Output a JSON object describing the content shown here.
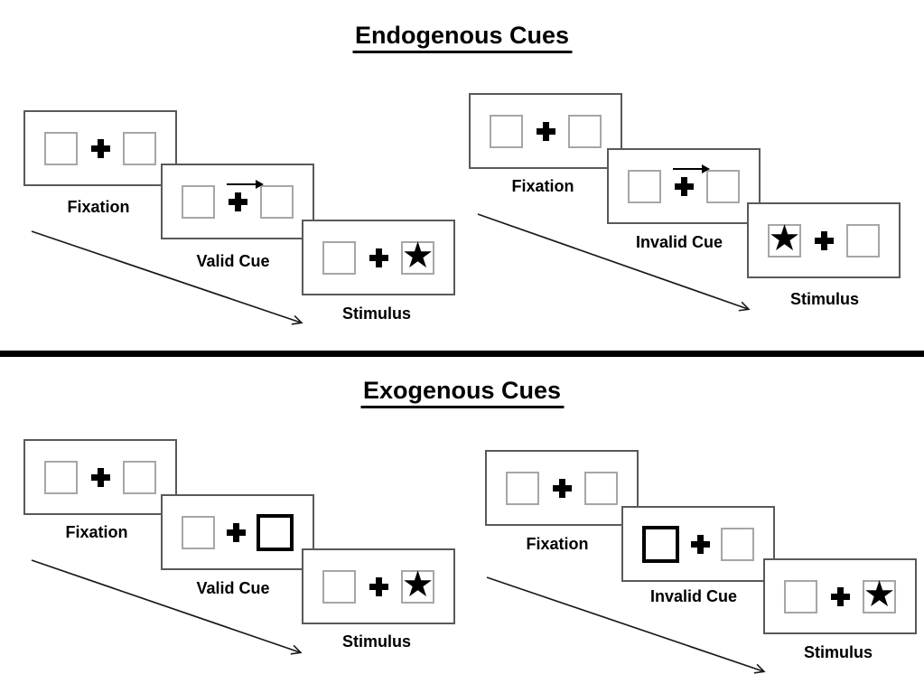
{
  "glyphs": {
    "star": "★"
  },
  "sections": [
    {
      "title": "Endogenous Cues",
      "panels": [
        {
          "name": "valid-trial",
          "cards": [
            {
              "label": "Fixation"
            },
            {
              "label": "Valid Cue",
              "cue": "arrow-right-icon"
            },
            {
              "label": "Stimulus",
              "target_side": "right"
            }
          ]
        },
        {
          "name": "invalid-trial",
          "cards": [
            {
              "label": "Fixation"
            },
            {
              "label": "Invalid Cue",
              "cue": "arrow-right-icon"
            },
            {
              "label": "Stimulus",
              "target_side": "left"
            }
          ]
        }
      ]
    },
    {
      "title": "Exogenous Cues",
      "panels": [
        {
          "name": "valid-trial",
          "cards": [
            {
              "label": "Fixation"
            },
            {
              "label": "Valid Cue",
              "cue": "highlight-box-right"
            },
            {
              "label": "Stimulus",
              "target_side": "right"
            }
          ]
        },
        {
          "name": "invalid-trial",
          "cards": [
            {
              "label": "Fixation"
            },
            {
              "label": "Invalid Cue",
              "cue": "highlight-box-left"
            },
            {
              "label": "Stimulus",
              "target_side": "right"
            }
          ]
        }
      ]
    }
  ]
}
